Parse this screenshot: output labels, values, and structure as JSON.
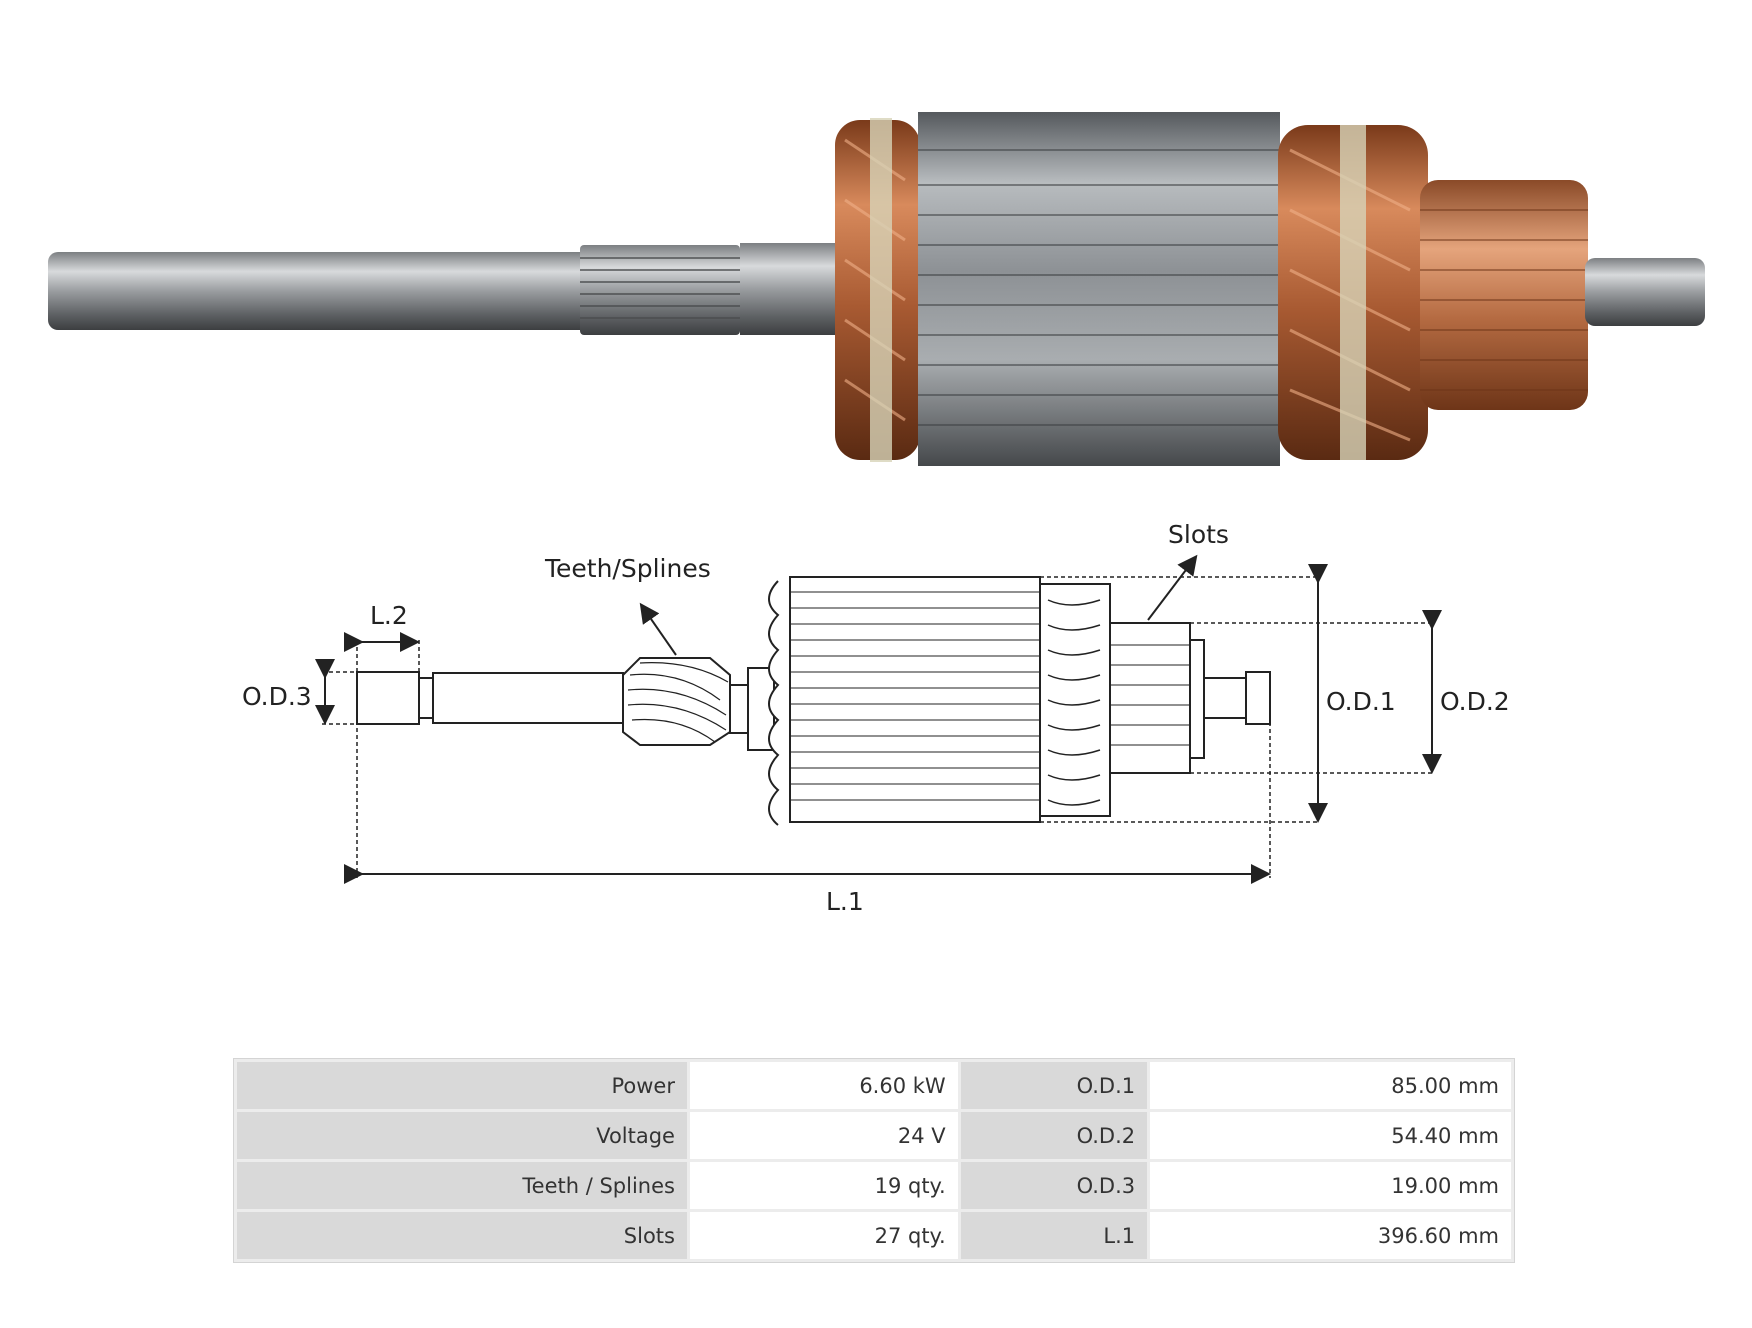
{
  "diagram": {
    "labels": {
      "teeth_splines": "Teeth/Splines",
      "slots": "Slots",
      "l2": "L.2",
      "od3": "O.D.3",
      "od1": "O.D.1",
      "od2": "O.D.2",
      "l1": "L.1"
    }
  },
  "specs": {
    "rows": [
      {
        "label1": "Power",
        "value1": "6.60 kW",
        "label2": "O.D.1",
        "value2": "85.00 mm"
      },
      {
        "label1": "Voltage",
        "value1": "24 V",
        "label2": "O.D.2",
        "value2": "54.40 mm"
      },
      {
        "label1": "Teeth / Splines",
        "value1": "19 qty.",
        "label2": "O.D.3",
        "value2": "19.00 mm"
      },
      {
        "label1": "Slots",
        "value1": "27 qty.",
        "label2": "L.1",
        "value2": "396.60 mm"
      }
    ]
  }
}
